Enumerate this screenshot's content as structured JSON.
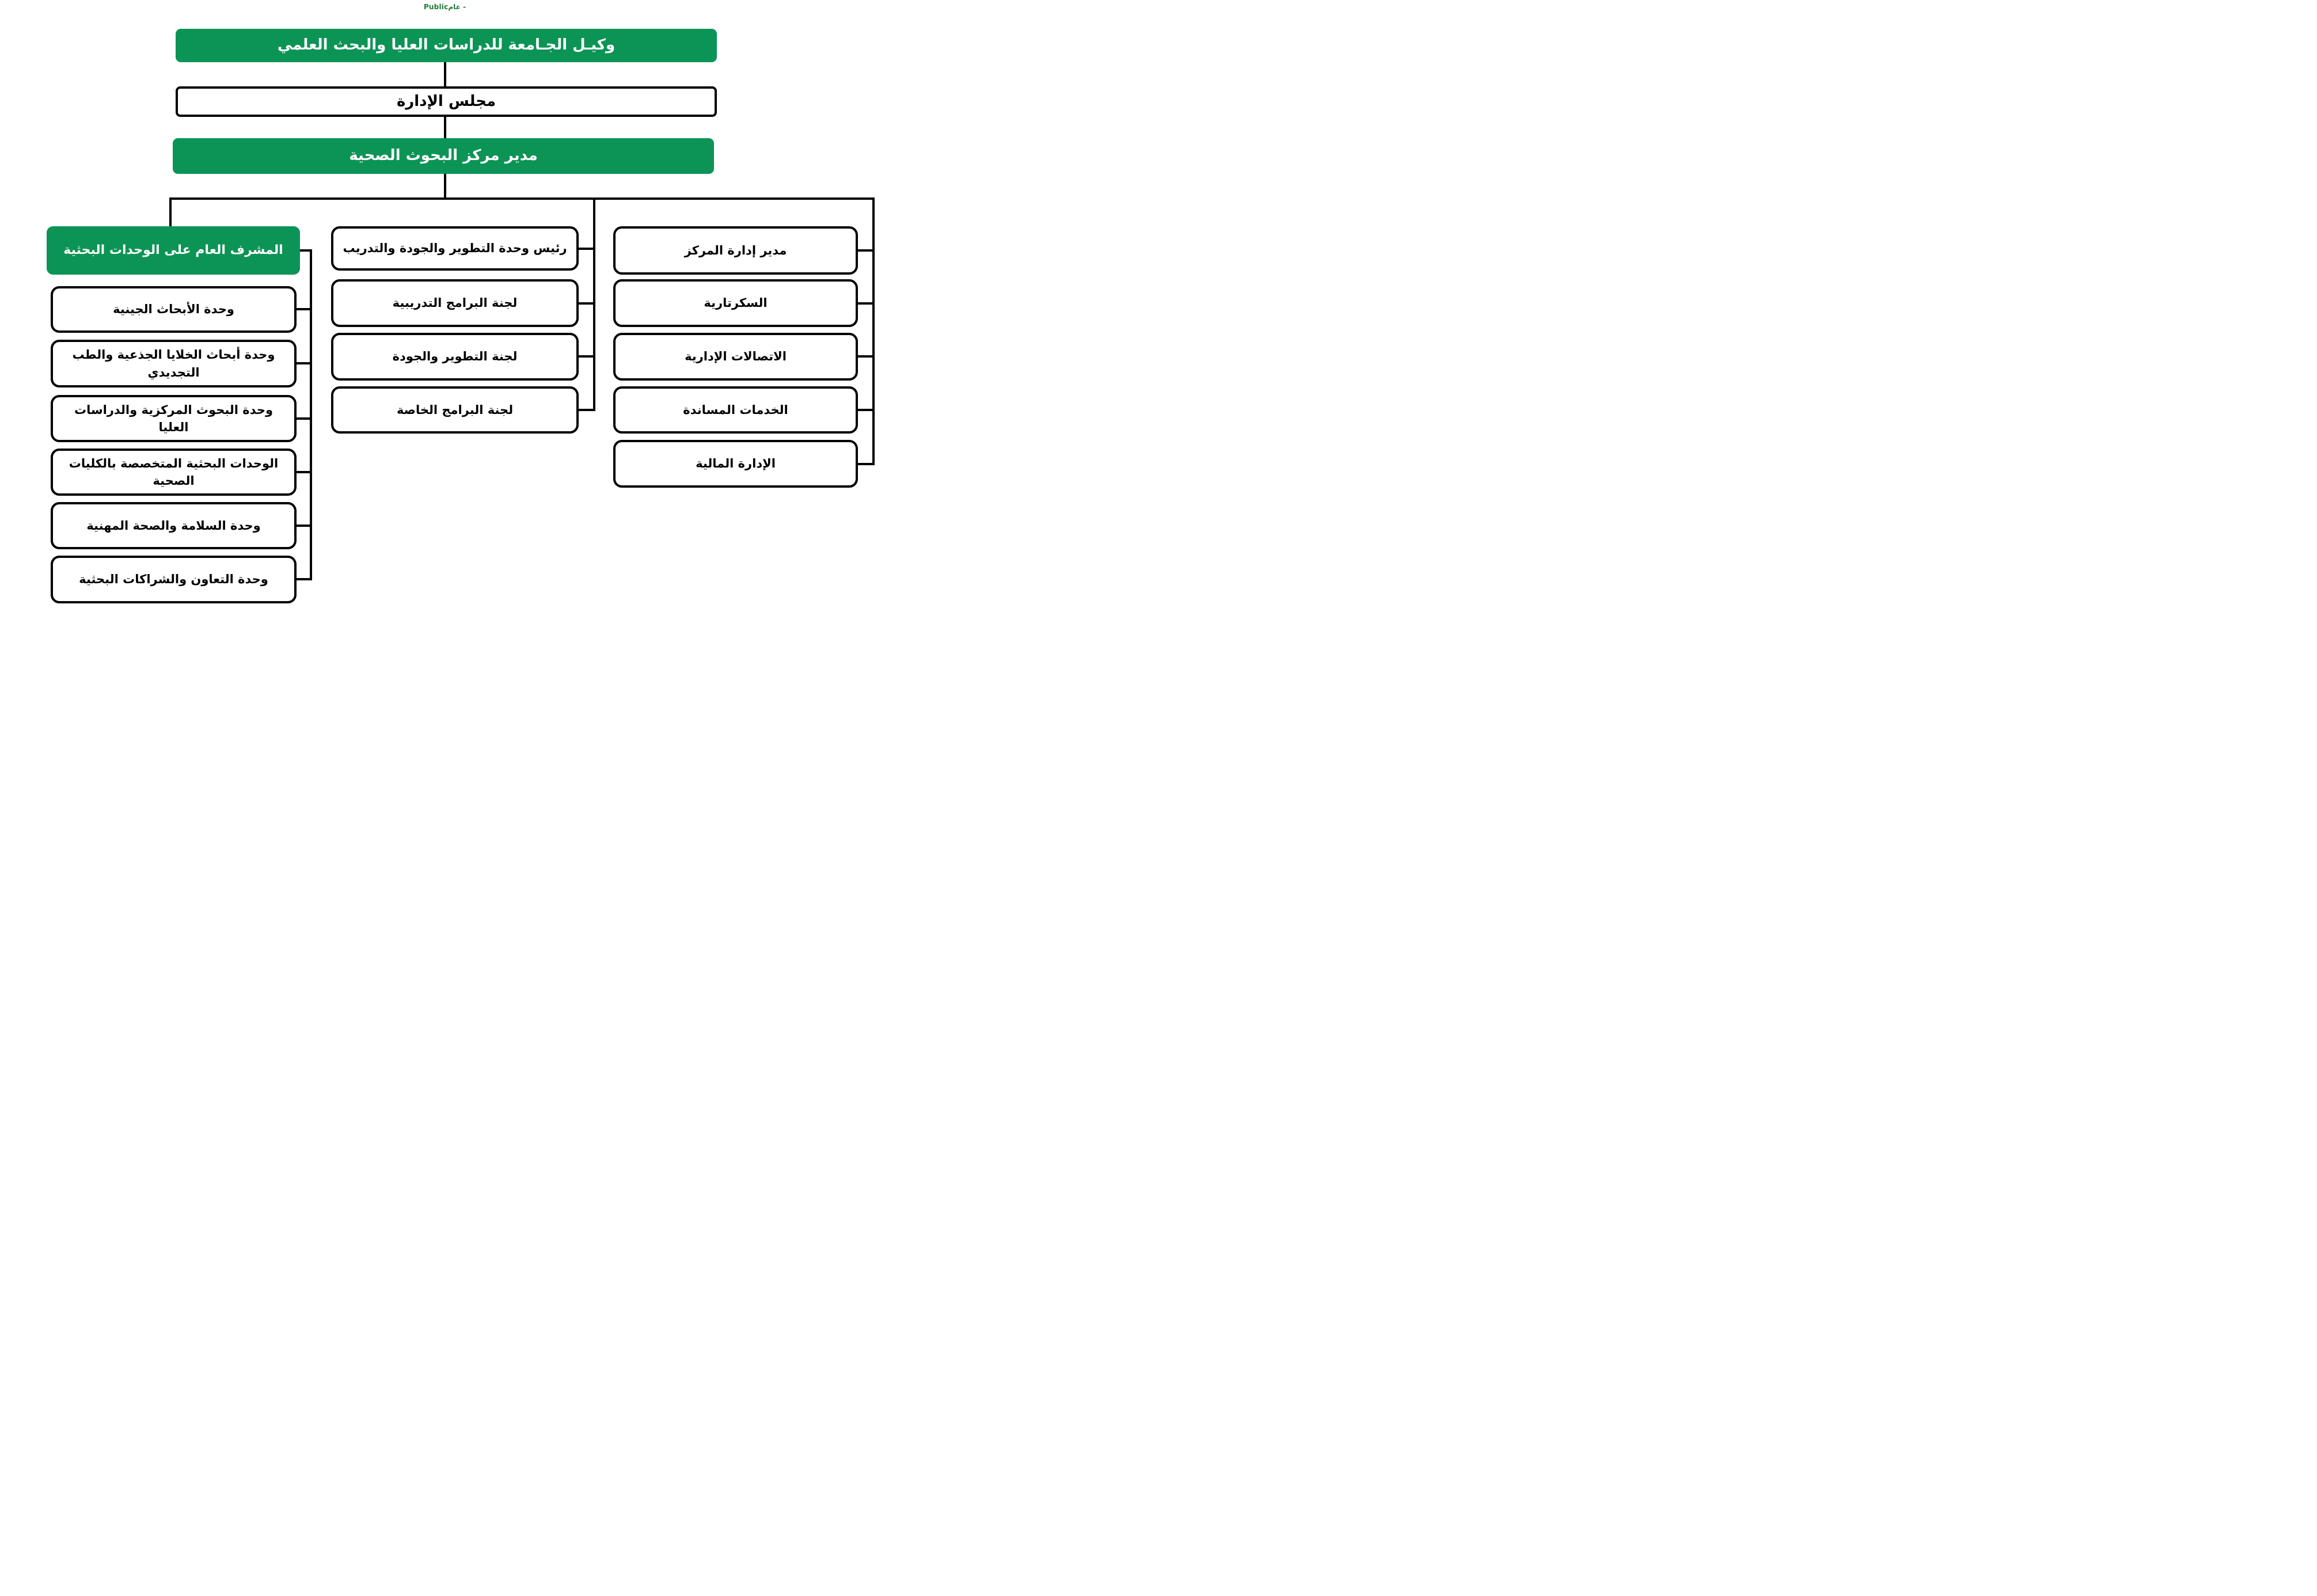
{
  "page": {
    "classification_label": "Publicعام -"
  },
  "colors": {
    "node_green": "#0c9456",
    "classification_green": "#1d7c34",
    "line_black": "#000000",
    "box_background": "#ffffff",
    "box_border": "#000000"
  },
  "hierarchy": {
    "root": {
      "label": "وكيـل الجـامعة للدراسات العليا والبحث العلمي"
    },
    "board": {
      "label": "مجلس الإدارة"
    },
    "director": {
      "label": "مدير مركز البحوث الصحية"
    }
  },
  "left_branch": {
    "head": {
      "label": "المشرف العام على الوحدات البحثية"
    },
    "items": [
      {
        "label": "وحدة الأبحاث الجينية"
      },
      {
        "label": "وحدة أبحاث الخلايا الجذعية والطب\nالتجديدي"
      },
      {
        "label": "وحدة البحوث المركزية والدراسات العليا"
      },
      {
        "label": "الوحدات البحثية المتخصصة بالكليات\nالصحية"
      },
      {
        "label": "وحدة السلامة والصحة المهنية"
      },
      {
        "label": "وحدة التعاون والشراكات البحثية"
      }
    ]
  },
  "middle_branch": {
    "head": {
      "label": "رئيس وحدة التطوير والجودة والتدريب"
    },
    "items": [
      {
        "label": "لجنة البرامج التدريبية"
      },
      {
        "label": "لجنة التطوير والجودة"
      },
      {
        "label": "لجنة البرامج الخاصة"
      }
    ]
  },
  "right_branch": {
    "head": {
      "label": "مدير إدارة المركز"
    },
    "items": [
      {
        "label": "السكرتارية"
      },
      {
        "label": "الاتصالات الإدارية"
      },
      {
        "label": "الخدمات المساندة"
      },
      {
        "label": "الإدارة المالية"
      }
    ]
  }
}
